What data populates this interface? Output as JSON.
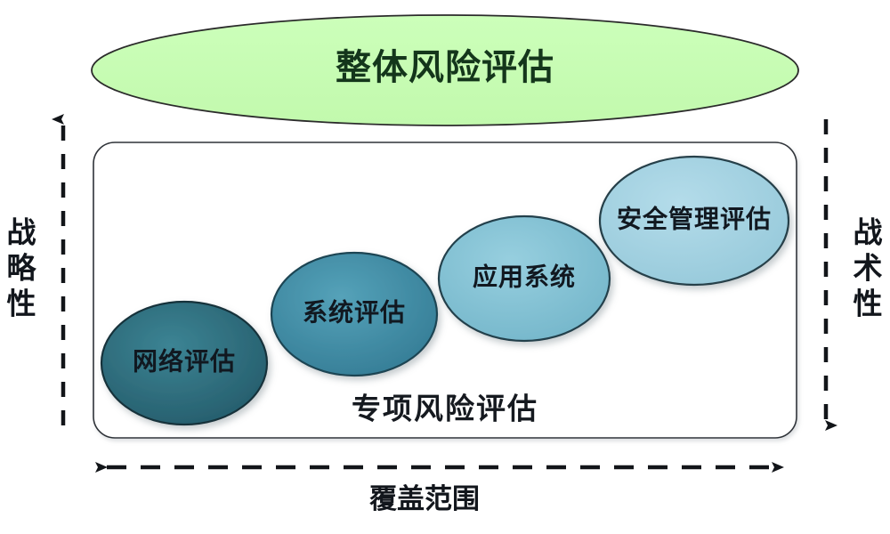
{
  "diagram": {
    "title_ellipse": {
      "label": "整体风险评估",
      "fill": "#c8ffb5",
      "stroke": "#2b2b2b",
      "text_color": "#14361b"
    },
    "container": {
      "label": "专项风险评估",
      "fill": "#ffffff",
      "stroke": "#2e3338"
    },
    "ellipses": [
      {
        "label": "网络评估",
        "fill": "#2d6e7e",
        "stroke": "#17323a",
        "text_color": "#0d1b22",
        "level": 1
      },
      {
        "label": "系统评估",
        "fill": "#3f8fa8",
        "stroke": "#1b4453",
        "text_color": "#0d2430",
        "level": 2
      },
      {
        "label": "应用系统",
        "fill": "#84c3d5",
        "stroke": "#24404c",
        "text_color": "#11242e",
        "level": 3
      },
      {
        "label": "安全管理评估",
        "fill": "#a5d3e2",
        "stroke": "#263f4a",
        "text_color": "#11242e",
        "level": 4
      }
    ],
    "axes": {
      "left": {
        "label": "战略性",
        "chars": [
          "战",
          "略",
          "性"
        ],
        "direction": "up",
        "style": "dashed"
      },
      "right": {
        "label": "战术性",
        "chars": [
          "战",
          "术",
          "性"
        ],
        "direction": "down",
        "style": "dashed"
      },
      "bottom": {
        "label": "覆盖范围",
        "direction": "both",
        "style": "dashed"
      }
    }
  }
}
